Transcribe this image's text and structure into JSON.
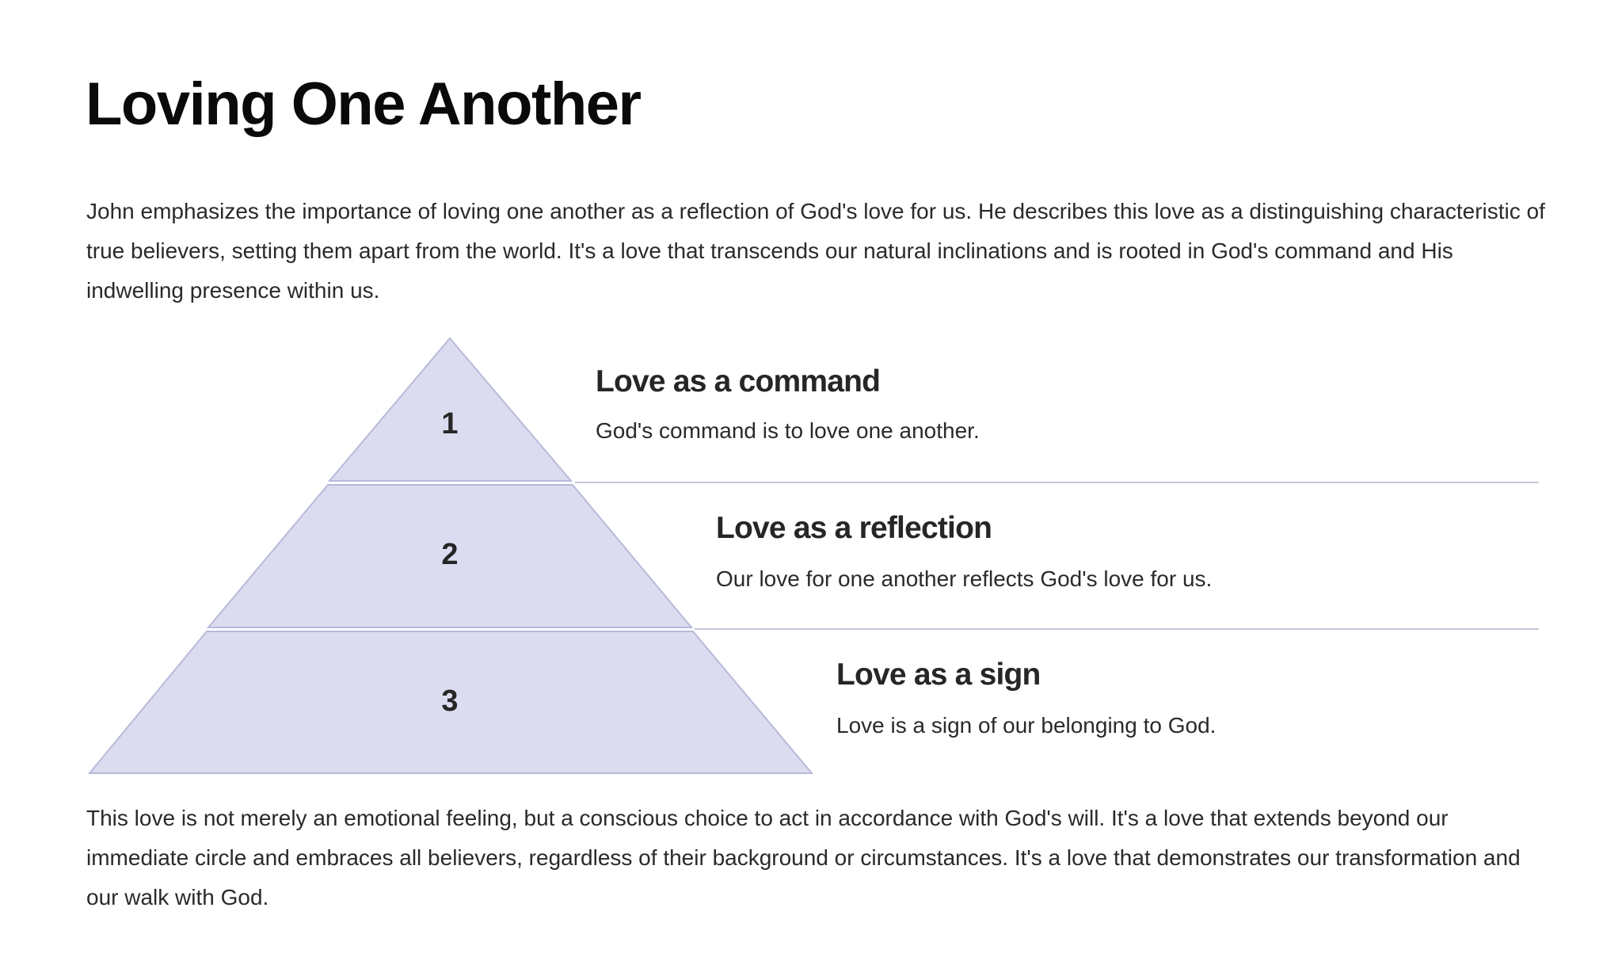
{
  "title": "Loving One Another",
  "intro": "John emphasizes the importance of loving one another as a reflection of God's love for us. He describes this love as a distinguishing characteristic of true believers, setting them apart from the world. It's a love that transcends our natural inclinations and is rooted in God's command and His indwelling presence within us.",
  "pyramid": {
    "fill": "#dcdcf0",
    "stroke": "#b9b9d9",
    "levels": [
      {
        "number": "1",
        "heading": "Love as a command",
        "description": "God's command is to love one another."
      },
      {
        "number": "2",
        "heading": "Love as a reflection",
        "description": "Our love for one another reflects God's love for us."
      },
      {
        "number": "3",
        "heading": "Love as a sign",
        "description": "Love is a sign of our belonging to God."
      }
    ]
  },
  "conclusion": "This love is not merely an emotional feeling, but a conscious choice to act in accordance with God's will. It's a love that extends beyond our immediate circle and embraces all believers, regardless of their background or circumstances. It's a love that demonstrates our transformation and our walk with God."
}
